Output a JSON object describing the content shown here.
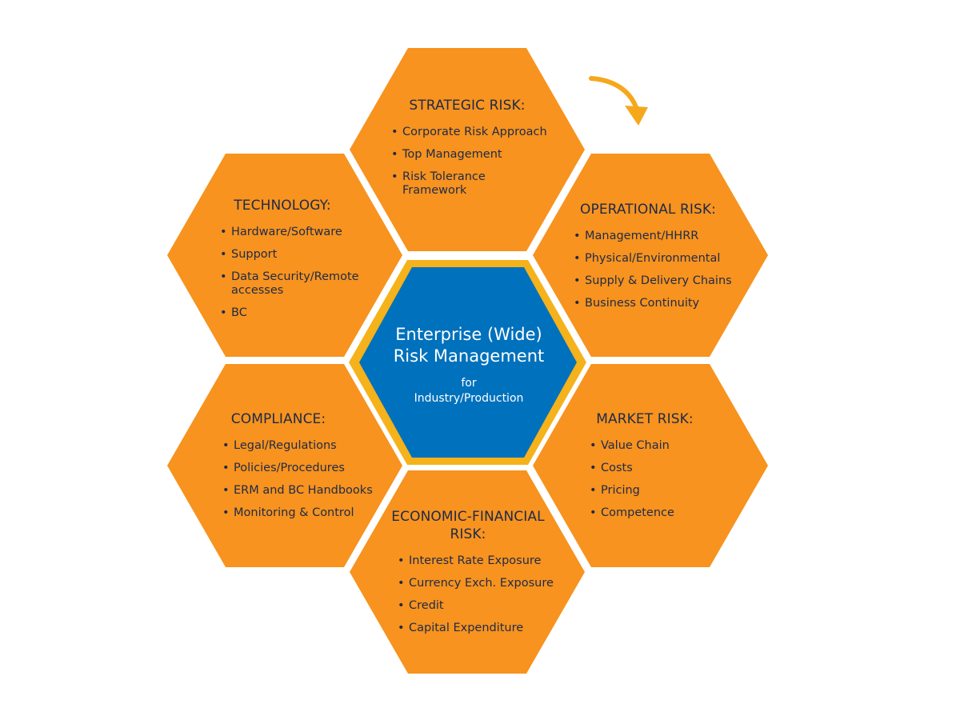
{
  "colors": {
    "hex_fill": "#F7931E",
    "center_fill": "#0071BC",
    "center_border": "#F5B21B",
    "arrow": "#F5A81C",
    "text_dark": "#1F2A4A",
    "text_light": "#FFFFFF"
  },
  "center": {
    "title_line1": "Enterprise (Wide)",
    "title_line2": "Risk Management",
    "sub_line1": "for",
    "sub_line2": "Industry/Production"
  },
  "strategic": {
    "title": "STRATEGIC RISK:",
    "items": [
      "Corporate Risk Approach",
      "Top Management",
      "Risk Tolerance Framework"
    ]
  },
  "technology": {
    "title": "TECHNOLOGY:",
    "items": [
      "Hardware/Software",
      "Support",
      "Data Security/Remote accesses",
      "BC"
    ]
  },
  "operational": {
    "title": "OPERATIONAL RISK:",
    "items": [
      "Management/HHRR",
      "Physical/Environmental",
      "Supply & Delivery Chains",
      "Business Continuity"
    ]
  },
  "compliance": {
    "title": "COMPLIANCE:",
    "items": [
      "Legal/Regulations",
      "Policies/Procedures",
      "ERM and BC Handbooks",
      "Monitoring & Control"
    ]
  },
  "market": {
    "title": "MARKET RISK:",
    "items": [
      "Value Chain",
      "Costs",
      "Pricing",
      "Competence"
    ]
  },
  "economic": {
    "title": "ECONOMIC-FINANCIAL RISK:",
    "items": [
      "Interest Rate Exposure",
      "Currency Exch.  Exposure",
      "Credit",
      "Capital Expenditure"
    ]
  },
  "arrow_icon": "curved-arrow-clockwise"
}
